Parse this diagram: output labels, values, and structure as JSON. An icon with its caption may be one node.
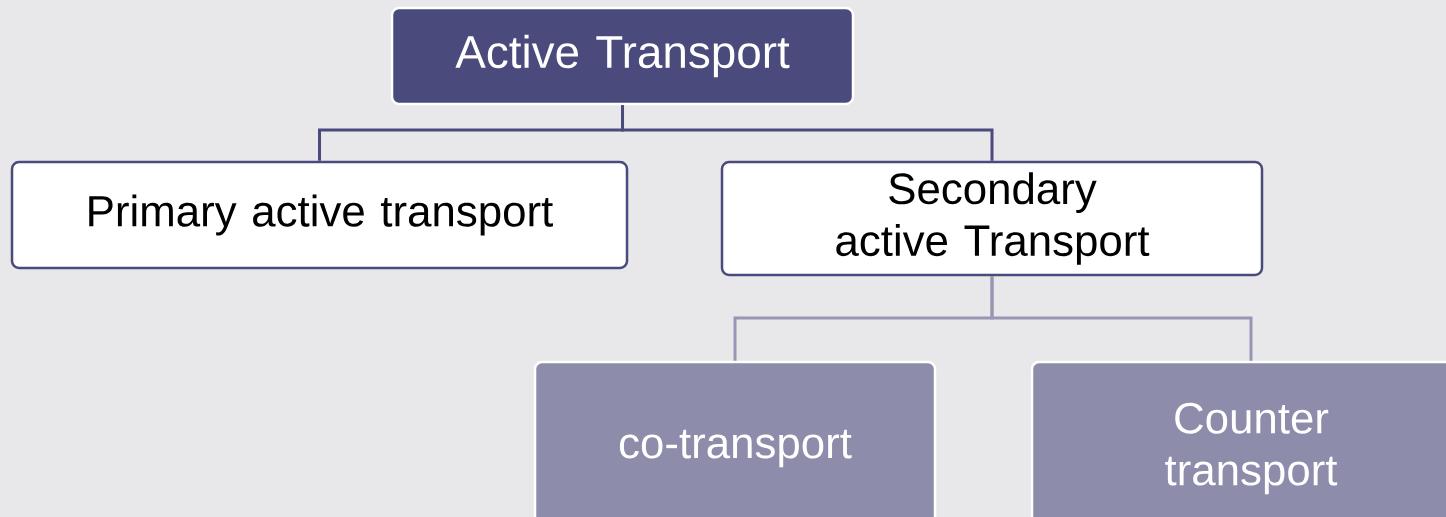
{
  "diagram": {
    "nodes": [
      {
        "text": [
          "Active Transport"
        ]
      },
      {
        "text": [
          "Primary active transport"
        ]
      },
      {
        "text": [
          "Secondary active Transport"
        ]
      },
      {
        "text": [
          "co-transport"
        ]
      },
      {
        "text": [
          "Counter transport"
        ]
      }
    ],
    "edges": [
      {
        "from": 0,
        "to": 1,
        "arrow": "none"
      },
      {
        "from": 0,
        "to": 2,
        "arrow": "none"
      },
      {
        "from": 2,
        "to": 3,
        "arrow": "none",
        "color": "#9896b4"
      },
      {
        "from": 2,
        "to": 4,
        "arrow": "none",
        "color": "#9896b4"
      }
    ]
  }
}
